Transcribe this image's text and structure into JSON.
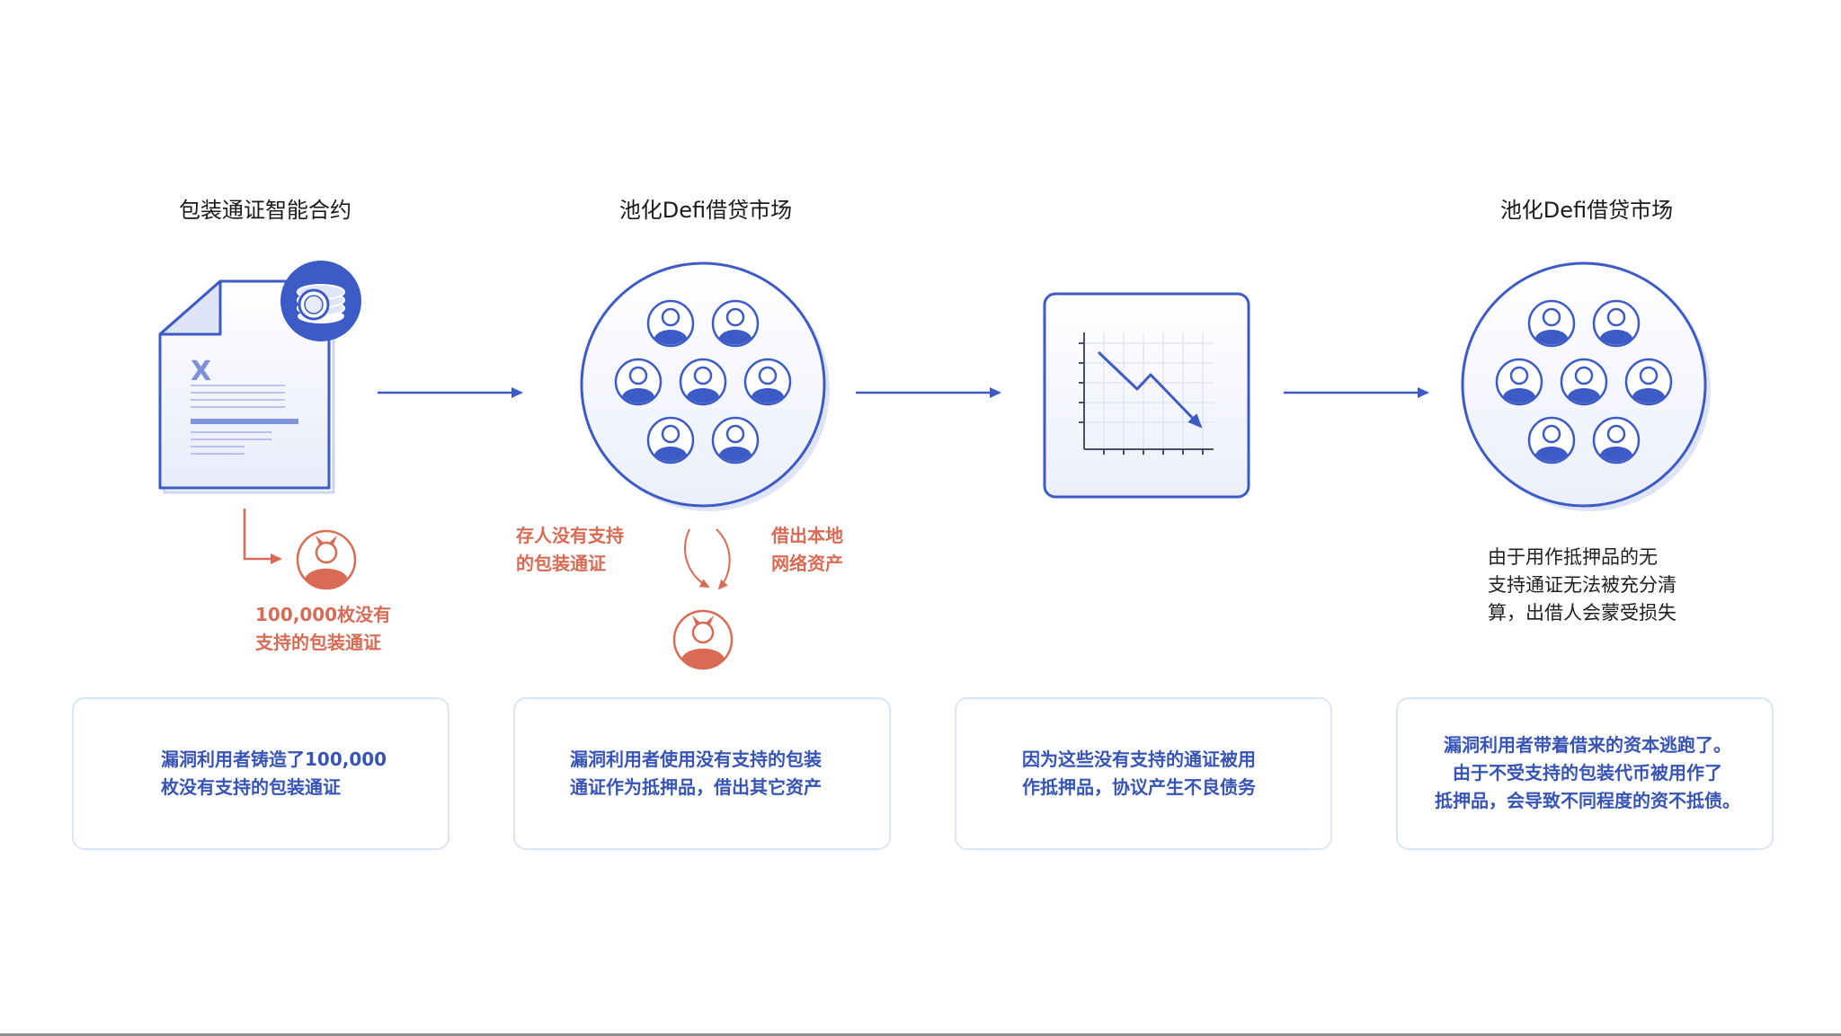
{
  "colors": {
    "accent_blue": "#3d5bc7",
    "attacker_red": "#d96b55",
    "box_border": "#dbe5f4",
    "box_text": "#3754b6"
  },
  "steps": [
    {
      "title": "包装通证智能合约"
    },
    {
      "title": "池化Defi借贷市场"
    },
    {
      "title": ""
    },
    {
      "title": "池化Defi借贷市场"
    }
  ],
  "labels": {
    "minted": [
      "100,000枚没有",
      "支持的包装通证"
    ],
    "deposit": [
      "存人没有支持",
      "的包装通证"
    ],
    "borrow": [
      "借出本地",
      "网络资产"
    ],
    "loss_caption": [
      "由于用作抵押品的无",
      "支持通证无法被充分清",
      "算，出借人会蒙受损失"
    ]
  },
  "icons": {
    "contract": "excel-document-icon",
    "coins": "coin-stack-icon",
    "attacker": "attacker-avatar-icon",
    "users": "user-avatar-icon",
    "chart": "declining-chart-icon",
    "cycle": "cycle-arrows-icon"
  },
  "boxes": [
    {
      "lines": [
        "漏洞利用者铸造了100,000",
        "枚没有支持的包装通证"
      ]
    },
    {
      "lines": [
        "漏洞利用者使用没有支持的包装",
        "通证作为抵押品，借出其它资产"
      ]
    },
    {
      "lines": [
        "因为这些没有支持的通证被用",
        "作抵押品，协议产生不良债务"
      ]
    },
    {
      "lines": [
        "漏洞利用者带着借来的资本逃跑了。",
        "由于不受支持的包装代币被用作了",
        "抵押品，会导致不同程度的资不抵债。"
      ]
    }
  ]
}
